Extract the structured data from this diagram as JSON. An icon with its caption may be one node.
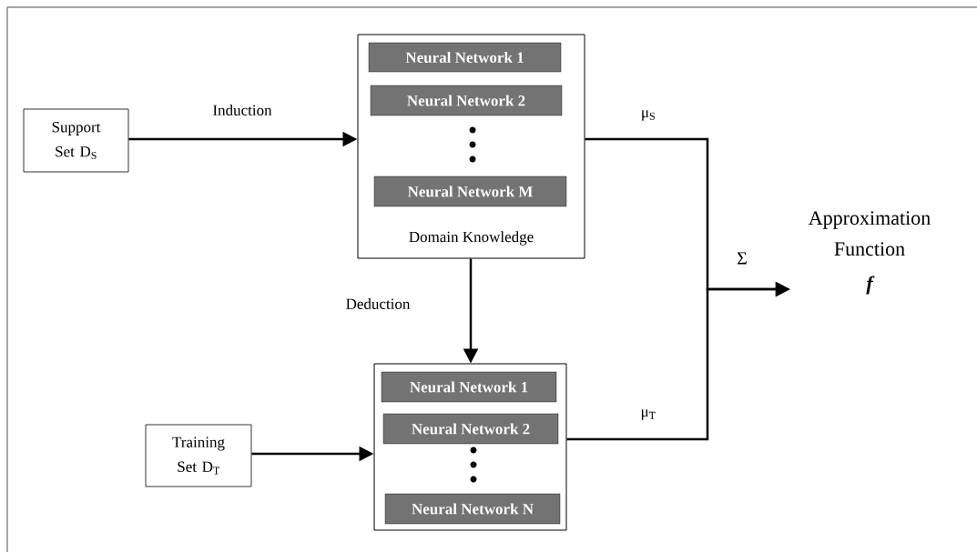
{
  "diagram": {
    "nodes": [
      {
        "text": [
          "Support Set D$_{S}$"
        ]
      },
      {
        "text": [
          "Domain Knowledge"
        ]
      },
      {
        "text": [
          "Neural Network 1"
        ],
        "in": 1
      },
      {
        "text": [
          "Neural Network 2"
        ],
        "in": 1
      },
      {
        "text": [
          "Neural Network M"
        ],
        "in": 1
      },
      {
        "text": [
          "Training Set D$_{T}$"
        ]
      },
      {
        "text": [],
        "shape": "box"
      },
      {
        "text": [
          "Neural Network 1"
        ],
        "in": 6
      },
      {
        "text": [
          "Neural Network 2"
        ],
        "in": 6
      },
      {
        "text": [
          "Neural Network N"
        ],
        "in": 6
      },
      {
        "text": [
          "Approximation Function",
          "f"
        ]
      }
    ],
    "edges": [
      {
        "from": 0,
        "to": 1,
        "arrow": "to",
        "label": "Induction"
      },
      {
        "from": 1,
        "to": 6,
        "arrow": "to",
        "label": "Deduction"
      },
      {
        "from": 5,
        "to": 6,
        "arrow": "to"
      },
      {
        "from": 1,
        "to": 10,
        "arrow": "to",
        "label": "μ$_{S}$"
      },
      {
        "from": 6,
        "to": 10,
        "arrow": "to",
        "label": "μ$_{T}$"
      }
    ],
    "labels": [
      "Σ"
    ]
  }
}
